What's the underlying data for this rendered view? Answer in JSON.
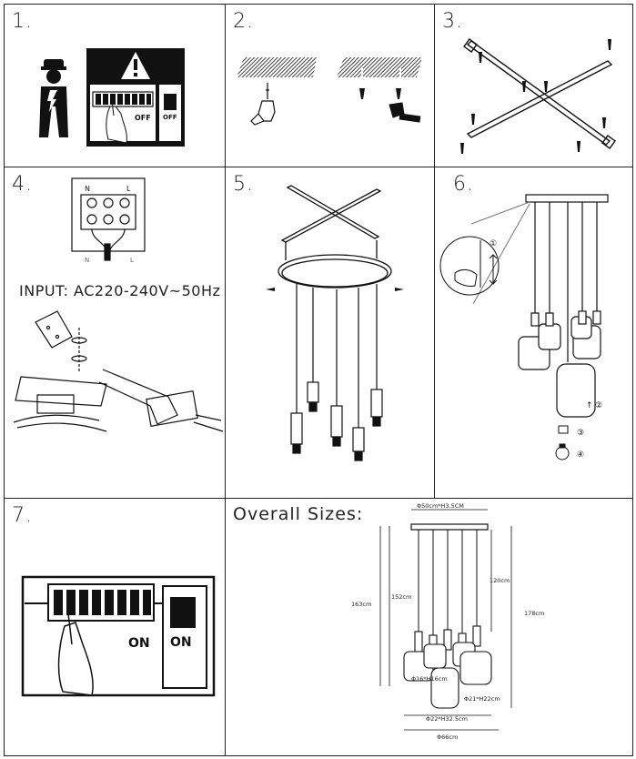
{
  "steps": [
    {
      "number": "1."
    },
    {
      "number": "2."
    },
    {
      "number": "3."
    },
    {
      "number": "4."
    },
    {
      "number": "5."
    },
    {
      "number": "6."
    },
    {
      "number": "7."
    }
  ],
  "step1": {
    "breaker_label": "OFF",
    "switch_label": "OFF"
  },
  "step4": {
    "terminals_top": [
      "N",
      "L"
    ],
    "terminals_bottom": [
      "N",
      "L"
    ],
    "input_label": "INPUT: AC220-240V~50Hz"
  },
  "step6": {
    "callout_1": "①",
    "callout_2": "②",
    "callout_3": "③",
    "callout_4": "④"
  },
  "step7": {
    "breaker_label": "ON",
    "switch_label": "ON"
  },
  "sizes": {
    "title": "Overall Sizes:",
    "canopy": "Φ50cm*H3.5CM",
    "height_163": "163cm",
    "height_152": "152cm",
    "height_120": "120cm",
    "height_178": "178cm",
    "shade_small": "Φ16*H16cm",
    "shade_medium": "Φ21*H22cm",
    "shade_large": "Φ22*H32.5cm",
    "overall_width": "Φ66cm"
  }
}
